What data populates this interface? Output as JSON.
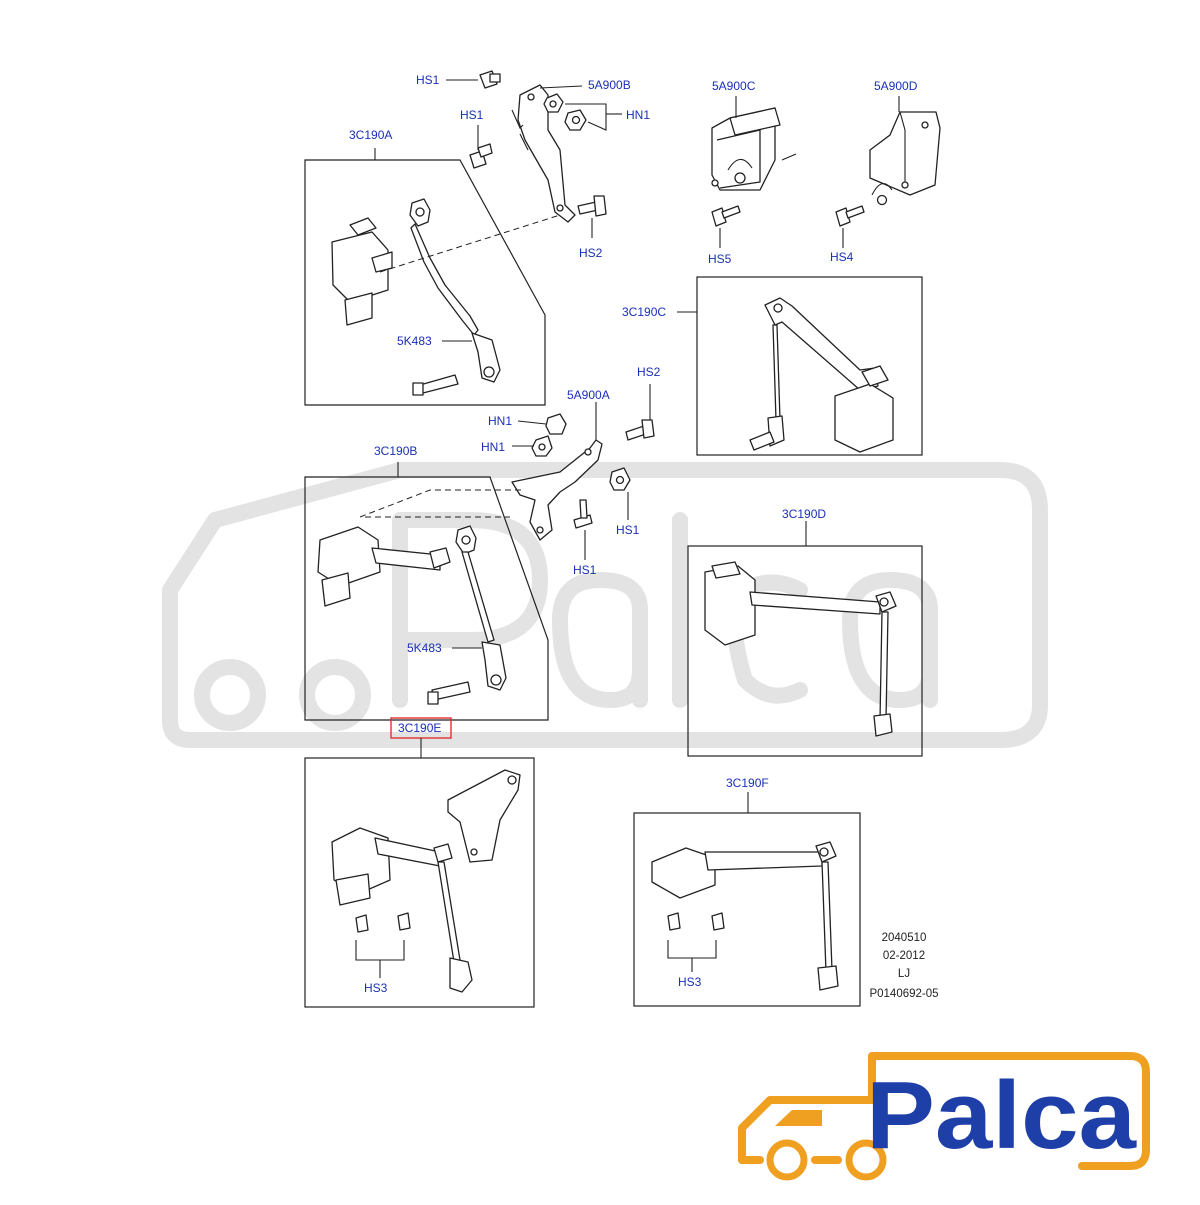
{
  "labels": {
    "hs1_top": "HS1",
    "a5a900b": "5A900B",
    "hs1_mid": "HS1",
    "hn1_top": "HN1",
    "a5a900c": "5A900C",
    "a5a900d": "5A900D",
    "c3c190a": "3C190A",
    "hs2_top": "HS2",
    "hs5": "HS5",
    "hs4": "HS4",
    "k5k483_a": "5K483",
    "c3c190c": "3C190C",
    "hs2_mid": "HS2",
    "a5a900a": "5A900A",
    "hn1_a": "HN1",
    "hn1_b": "HN1",
    "c3c190b": "3C190B",
    "hs1_right": "HS1",
    "hs1_low": "HS1",
    "c3c190d": "3C190D",
    "k5k483_b": "5K483",
    "c3c190e": "3C190E",
    "c3c190f": "3C190F",
    "hs3_left": "HS3",
    "hs3_right": "HS3"
  },
  "reference_block": {
    "line1": "2040510",
    "line2": "02-2012",
    "line3": "LJ",
    "line4": "P0140692-05"
  },
  "highlight": {
    "label": "3C190E",
    "color": "#e03030"
  },
  "logo": {
    "text": "Palca",
    "text_color": "#1f3fa8",
    "frame_color": "#f0a020"
  }
}
